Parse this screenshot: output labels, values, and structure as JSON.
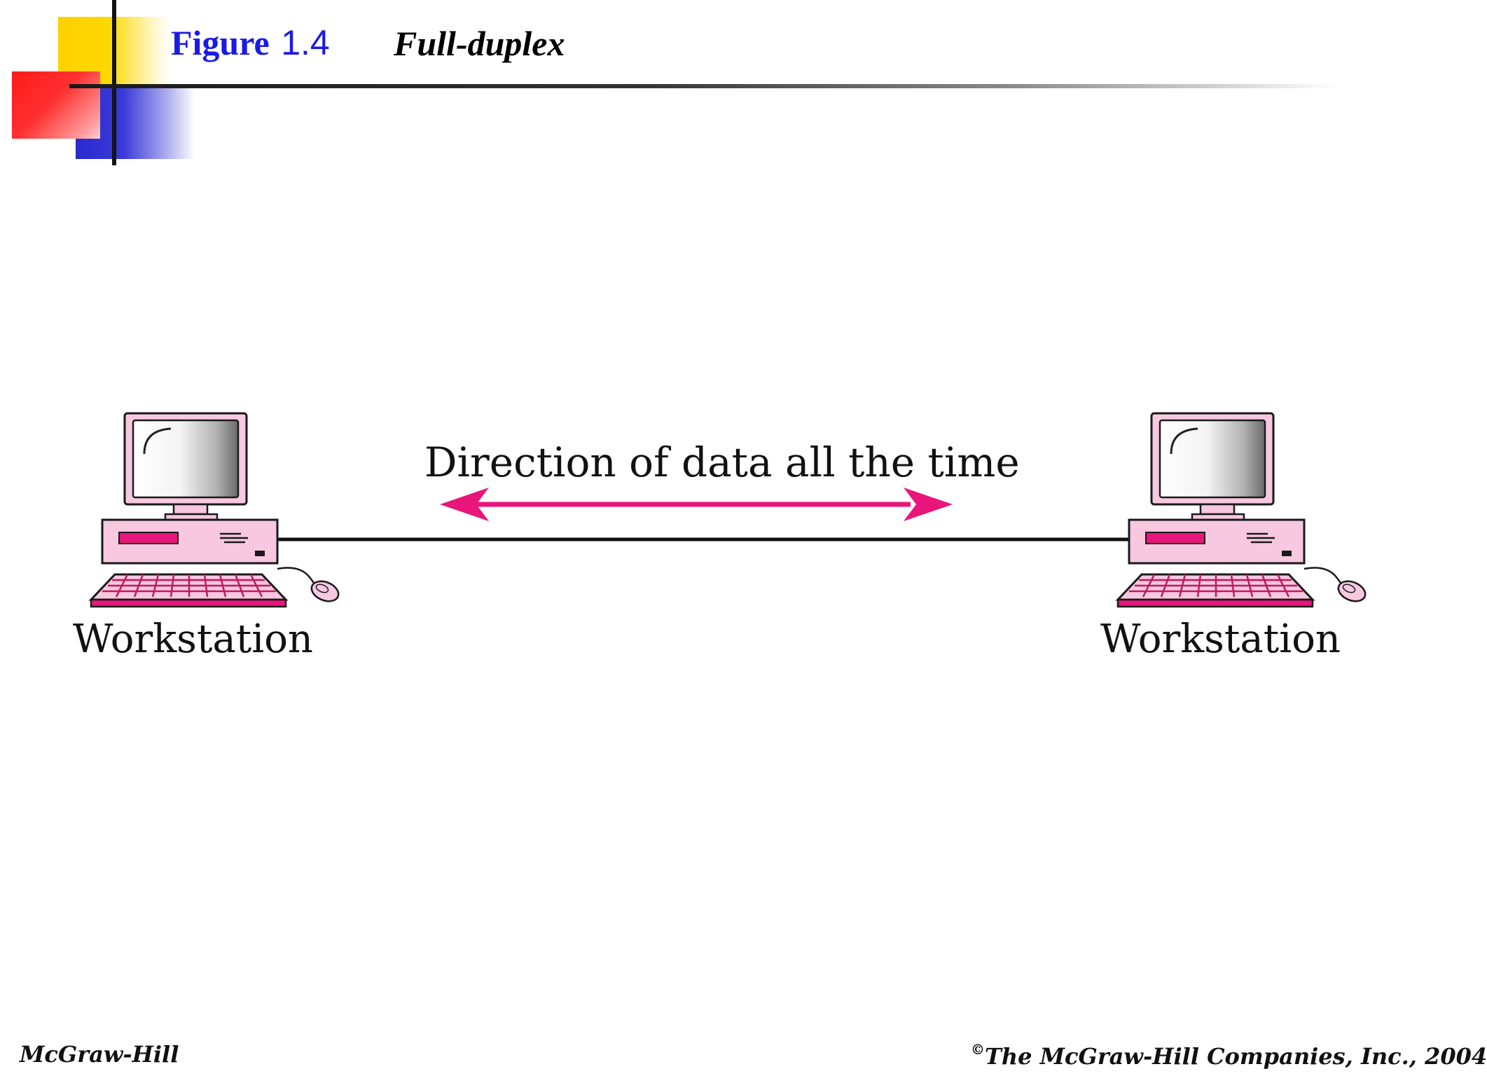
{
  "slide": {
    "figure_label": "Figure",
    "figure_number": "1.4",
    "title": "Full-duplex"
  },
  "diagram": {
    "left_label": "Workstation",
    "right_label": "Workstation",
    "arrow_label": "Direction of data all the time",
    "icons": [
      "workstation-icon",
      "double-arrow-icon"
    ],
    "colors": {
      "accent_pink": "#e8157a",
      "computer_pink": "#f7c8e0",
      "computer_outline": "#c2185b",
      "title_blue": "#1a1ae6"
    }
  },
  "footer": {
    "left": "McGraw-Hill",
    "copyright_symbol": "©",
    "right": "The McGraw-Hill Companies, Inc., 2004"
  }
}
